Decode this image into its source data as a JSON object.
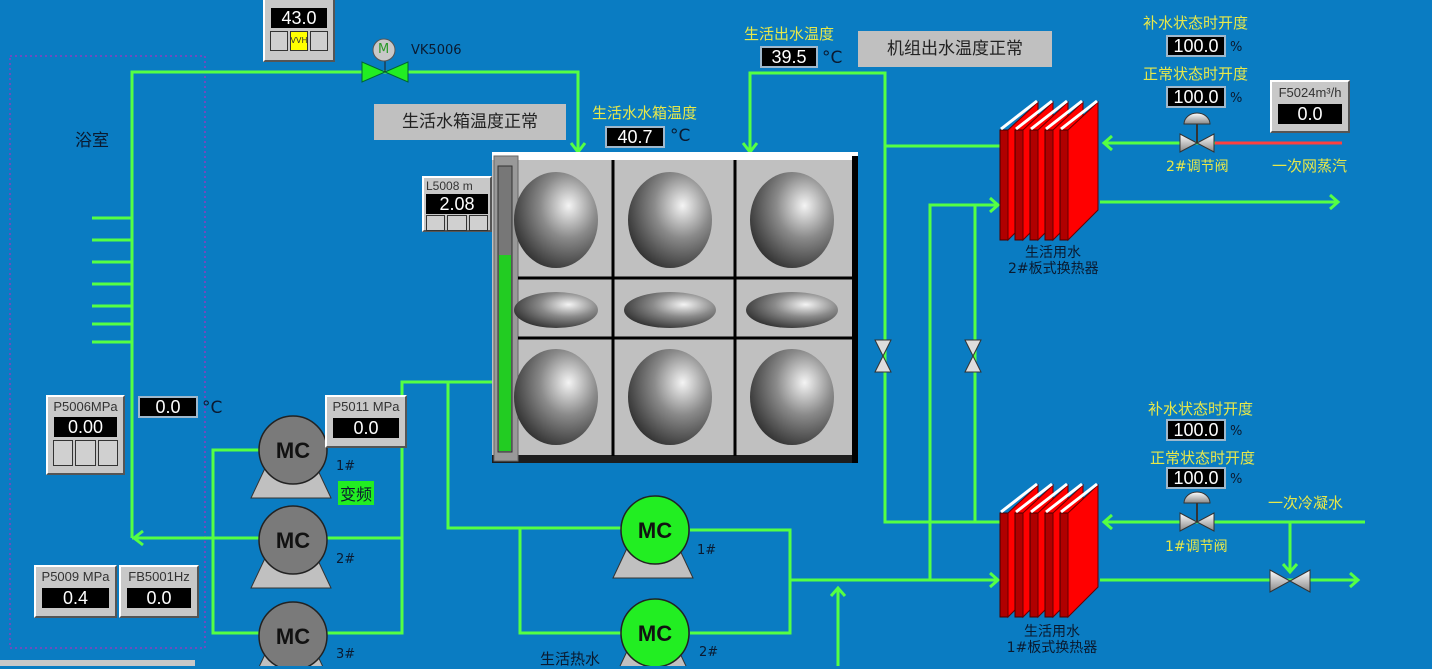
{
  "colors": {
    "background": "#0a7cc2",
    "pipe": "#55ff44",
    "steam_pipe": "#ff4040",
    "pump_running": "#22ee22",
    "pump_stopped": "#7a7a7a",
    "exchanger": "#ff0000",
    "level_fill": "#22cc22"
  },
  "top_gauge": {
    "value": "43.0",
    "alarm": "VVH"
  },
  "valve_vk5006": {
    "label": "VK5006",
    "motor": "M"
  },
  "bathroom": {
    "label": "浴室"
  },
  "tank": {
    "status": "生活水箱温度正常",
    "temp_label": "生活水水箱温度",
    "temp_value": "40.7",
    "temp_unit": "°C",
    "level_tag": "L5008",
    "level_unit": "m",
    "level_value": "2.08",
    "level_fraction": 0.69
  },
  "outlet": {
    "temp_label": "生活出水温度",
    "temp_value": "39.5",
    "temp_unit": "°C",
    "status": "机组出水温度正常"
  },
  "hx2": {
    "makeup_label": "补水状态时开度",
    "makeup_value": "100.0",
    "normal_label": "正常状态时开度",
    "normal_value": "100.0",
    "unit": "%",
    "valve_label": "2#调节阀",
    "flow_tag": "F5024",
    "flow_unit": "m³/h",
    "flow_value": "0.0",
    "source_label": "一次网蒸汽",
    "name_line1": "生活用水",
    "name_line2": "2#板式换热器"
  },
  "hx1": {
    "makeup_label": "补水状态时开度",
    "makeup_value": "100.0",
    "normal_label": "正常状态时开度",
    "normal_value": "100.0",
    "unit": "%",
    "valve_label": "1#调节阀",
    "source_label": "一次冷凝水",
    "name_line1": "生活用水",
    "name_line2": "1#板式换热器"
  },
  "left": {
    "p5006_tag": "P5006MPa",
    "p5006_value": "0.00",
    "temp_value": "0.0",
    "temp_unit": "°C",
    "p5011_tag": "P5011 MPa",
    "p5011_value": "0.0",
    "p5009_tag": "P5009 MPa",
    "p5009_value": "0.4",
    "fb5001_tag": "FB5001Hz",
    "fb5001_value": "0.0"
  },
  "supply_pumps": {
    "icon_text": "MC",
    "labels": [
      "1#",
      "2#",
      "3#"
    ],
    "vfd_label": "变频"
  },
  "hot_pumps": {
    "icon_text": "MC",
    "labels": [
      "1#",
      "2#"
    ],
    "group_label": "生活热水"
  }
}
